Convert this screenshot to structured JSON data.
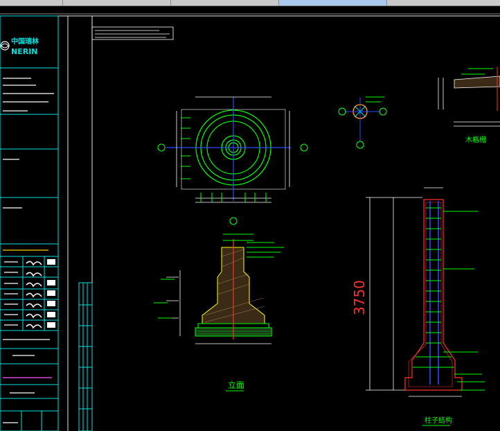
{
  "title_block": {
    "company_cn": "中国瑞林",
    "company_en": "NERIN"
  },
  "drawing": {
    "elevation_label": "立面",
    "column_label": "柱子结构",
    "big_dim": "3750",
    "roof_label": "木格栅"
  },
  "colors": {
    "cyan": "#00e0e0",
    "green": "#00ff00",
    "yellow": "#ffff00",
    "red": "#ff3030",
    "blue": "#2a4dff",
    "magenta": "#ff55ff",
    "white": "#ffffff"
  }
}
